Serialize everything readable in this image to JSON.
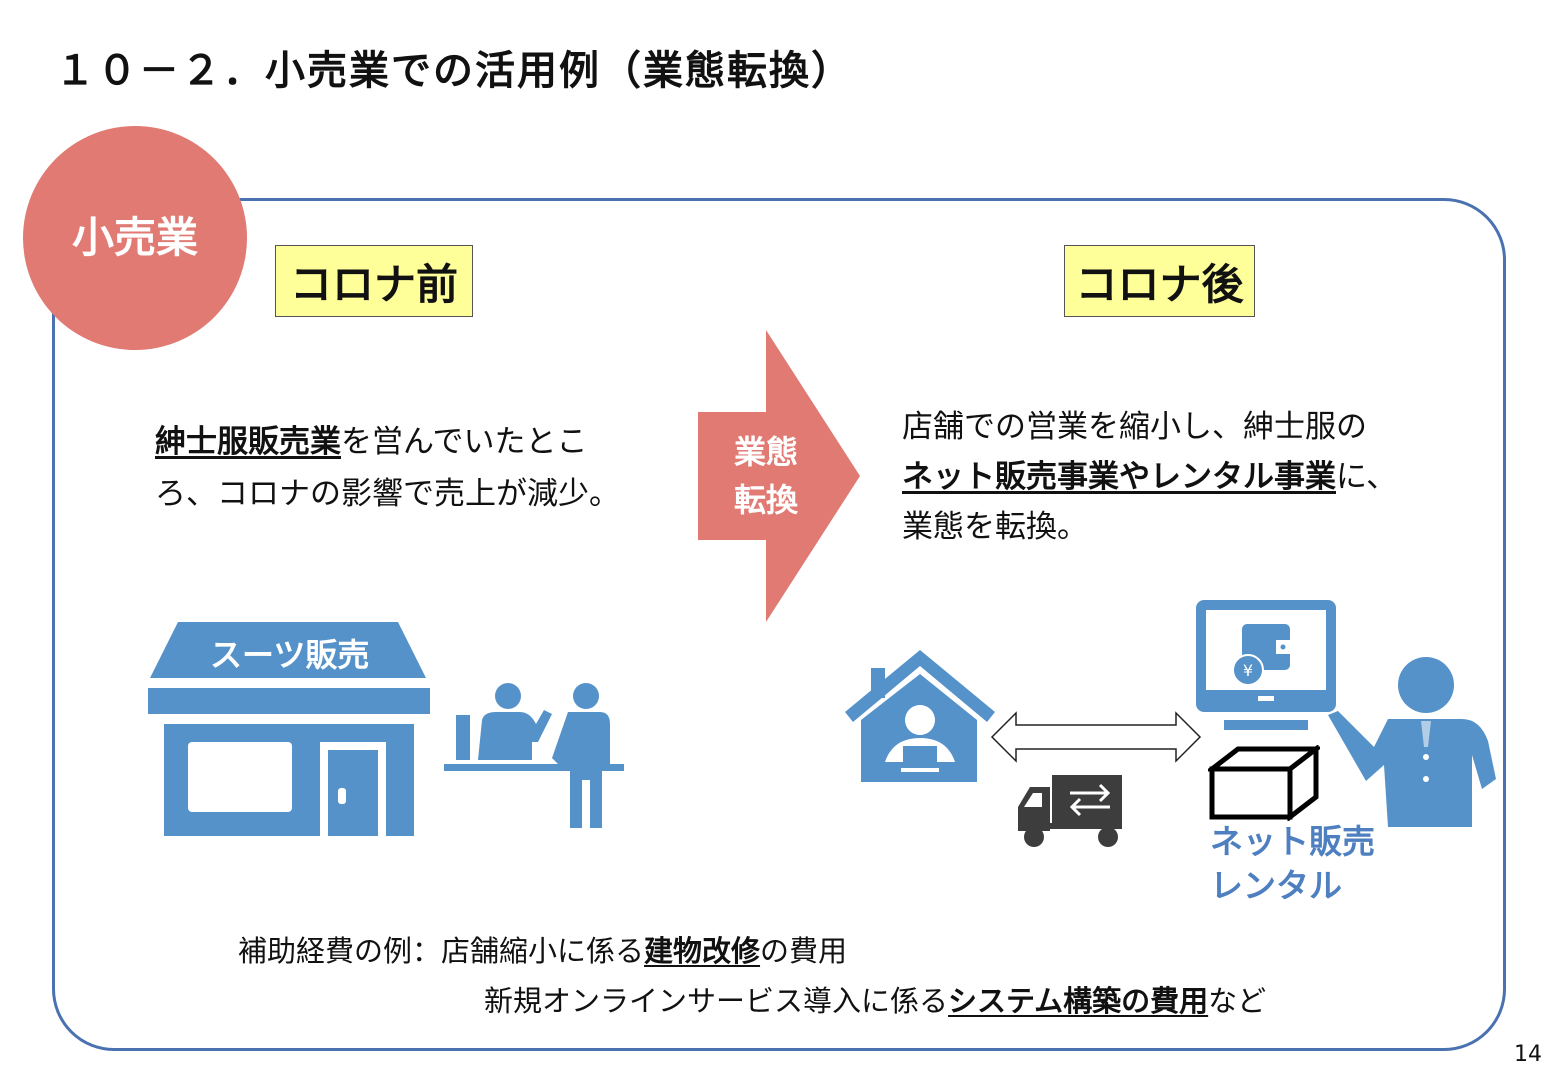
{
  "title": "１０－２．小売業での活用例（業態転換）",
  "badge": "小売業",
  "before": {
    "label": "コロナ前",
    "text": {
      "bold": "紳士服販売業",
      "rest1": "を営んでいたとこ",
      "line2": "ろ、コロナの影響で売上が減少。"
    },
    "shop_sign": "スーツ販売"
  },
  "arrow": {
    "line1": "業態",
    "line2": "転換"
  },
  "after": {
    "label": "コロナ後",
    "text": {
      "line1": "店舗での営業を縮小し、紳士服の",
      "bold": "ネット販売事業やレンタル事業",
      "rest2": "に、",
      "line3": "業態を転換。"
    },
    "service_line1": "ネット販売",
    "service_line2": "レンタル"
  },
  "expenses": {
    "label": "補助経費の例：",
    "l1a": "店舗縮小に係る",
    "l1b": "建物改修",
    "l1c": "の費用",
    "l2a": "新規オンラインサービス導入に係る",
    "l2b": "システム構築の費用",
    "l2c": "など"
  },
  "page_number": "14",
  "colors": {
    "icon": "#5592c9",
    "border": "#4a72b0",
    "accent": "#e07a73",
    "label_bg": "#ffff99"
  }
}
